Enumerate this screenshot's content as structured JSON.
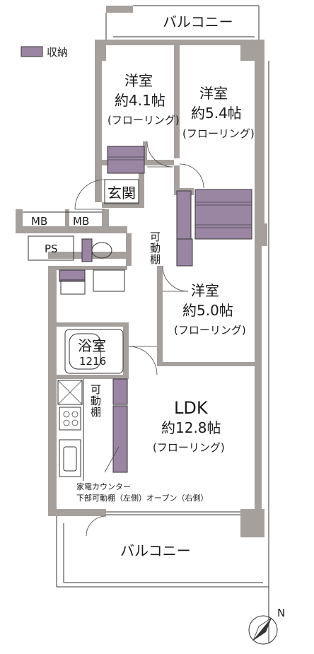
{
  "legend": {
    "storage_label": "収納",
    "storage_color": "#9a85a3"
  },
  "balcony_top": "バルコニー",
  "balcony_bottom": "バルコニー",
  "rooms": {
    "western1": {
      "name": "洋室",
      "size": "約4.1帖",
      "floor": "(フローリング)"
    },
    "western2": {
      "name": "洋室",
      "size": "約5.4帖",
      "floor": "(フローリング)"
    },
    "western3": {
      "name": "洋室",
      "size": "約5.0帖",
      "floor": "(フローリング)"
    },
    "ldk": {
      "name": "LDK",
      "size": "約12.8帖",
      "floor": "(フローリング)"
    },
    "entrance": "玄関",
    "bath": {
      "name": "浴室",
      "size": "1216"
    }
  },
  "labels": {
    "mb1": "MB",
    "mb2": "MB",
    "ps": "PS",
    "shelf1": [
      "可",
      "動",
      "棚"
    ],
    "shelf2": [
      "可",
      "動",
      "棚"
    ],
    "counter_line1": "家電カウンター",
    "counter_line2": "下部可動棚（左側）オープン（右側）"
  },
  "compass": "N"
}
